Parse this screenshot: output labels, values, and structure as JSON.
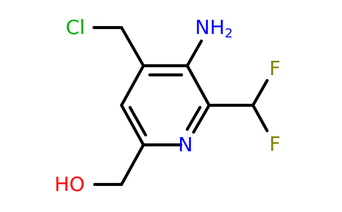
{
  "molecule": {
    "atoms": {
      "chlorine": "Cl",
      "amino": "NH",
      "amino_subscript": "2",
      "fluorine_top": "F",
      "fluorine_bottom": "F",
      "ring_nitrogen": "N",
      "hydroxyl": "HO"
    },
    "colors": {
      "chlorine": "#00b000",
      "nitrogen": "#0000ff",
      "fluorine": "#808000",
      "oxygen": "#ff0000",
      "bond": "#000000"
    }
  }
}
